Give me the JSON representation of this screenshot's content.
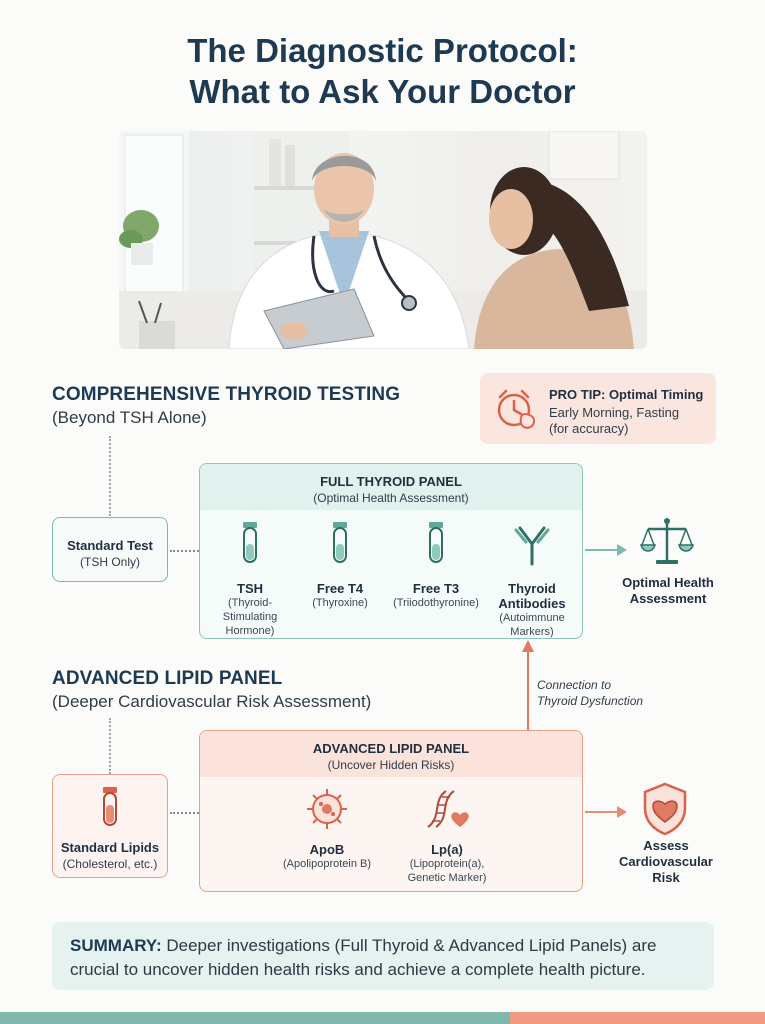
{
  "title": {
    "line1": "The Diagnostic Protocol:",
    "line2": "What to Ask Your Doctor"
  },
  "photo": {
    "icon": "doctor-consultation-photo"
  },
  "thyroid_section": {
    "title": "COMPREHENSIVE THYROID TESTING",
    "subtitle": "(Beyond TSH Alone)"
  },
  "pro_tip": {
    "title": "PRO TIP: Optimal Timing",
    "line1": "Early Morning, Fasting",
    "line2": "(for accuracy)",
    "icon": "alarm-clock-icon"
  },
  "standard_test": {
    "title": "Standard Test",
    "note": "(TSH Only)"
  },
  "thyroid_panel": {
    "title": "FULL THYROID PANEL",
    "subtitle": "(Optimal Health Assessment)",
    "items": [
      {
        "name": "TSH",
        "desc": [
          "(Thyroid-",
          "Stimulating",
          "Hormone)"
        ],
        "icon": "test-tube-icon"
      },
      {
        "name": "Free T4",
        "desc": [
          "(Thyroxine)"
        ],
        "icon": "test-tube-icon"
      },
      {
        "name": "Free T3",
        "desc": [
          "(Triiodothyronine)"
        ],
        "icon": "test-tube-icon"
      },
      {
        "name_lines": [
          "Thyroid",
          "Antibodies"
        ],
        "desc": [
          "(Autoimmune",
          "Markers)"
        ],
        "icon": "antibody-icon"
      }
    ]
  },
  "thyroid_outcome": {
    "line1": "Optimal Health",
    "line2": "Assessment",
    "icon": "balance-scale-icon"
  },
  "connection": {
    "line1": "Connection to",
    "line2": "Thyroid Dysfunction"
  },
  "lipid_section": {
    "title": "ADVANCED LIPID PANEL",
    "subtitle": "(Deeper Cardiovascular Risk Assessment)"
  },
  "standard_lipids": {
    "title": "Standard Lipids",
    "note": "(Cholesterol, etc.)",
    "icon": "blood-tube-icon"
  },
  "lipid_panel": {
    "title": "ADVANCED LIPID PANEL",
    "subtitle": "(Uncover Hidden Risks)",
    "items": [
      {
        "name": "ApoB",
        "desc": [
          "(Apolipoprotein B)"
        ],
        "icon": "lipoprotein-particle-icon"
      },
      {
        "name": "Lp(a)",
        "desc": [
          "(Lipoprotein(a),",
          "Genetic Marker)"
        ],
        "icon": "dna-heart-icon"
      }
    ]
  },
  "lipid_outcome": {
    "line1": "Assess",
    "line2": "Cardiovascular",
    "line3": "Risk",
    "icon": "heart-shield-icon"
  },
  "summary": {
    "label": "SUMMARY:",
    "text": "Deeper investigations (Full Thyroid & Advanced Lipid Panels) are crucial to uncover hidden health risks and achieve a complete health picture."
  },
  "colors": {
    "navy": "#1d3a52",
    "teal": "#5fa89c",
    "coral": "#e2705a",
    "summary_bg": "#e5f2ef"
  }
}
